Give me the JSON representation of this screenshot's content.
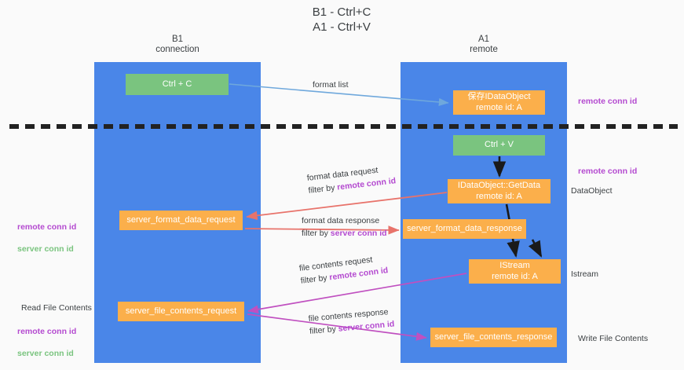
{
  "diagram": {
    "title": "B1 - Ctrl+C\nA1 - Ctrl+V",
    "lanes": [
      {
        "id": "b1",
        "title": "B1\nconnection"
      },
      {
        "id": "a1",
        "title": "A1\nremote"
      }
    ],
    "nodes": {
      "ctrl_c": "Ctrl + C",
      "save_idataobject": "保存IDataObject\nremote id: A",
      "ctrl_v": "Ctrl + V",
      "getdata": "IDataObject::GetData\nremote id: A",
      "format_data_request": "server_format_data_request",
      "format_data_response": "server_format_data_response",
      "istream": "IStream\nremote id: A",
      "file_contents_request": "server_file_contents_request",
      "file_contents_response": "server_file_contents_response"
    },
    "edges": {
      "format_list": "format list",
      "format_data_request": "format data request",
      "format_data_request_filter_prefix": "filter by ",
      "format_data_request_filter_key": "remote conn id",
      "format_data_response": "format data response",
      "format_data_response_filter_prefix": "filter by ",
      "format_data_response_filter_key": "server conn id",
      "file_contents_request": "file contents request",
      "file_contents_request_filter_prefix": "filter by ",
      "file_contents_request_filter_key": "remote conn id",
      "file_contents_response": "file contents response",
      "file_contents_response_filter_prefix": "filter by ",
      "file_contents_response_filter_key": "server conn id"
    },
    "annotations": {
      "remote_conn_id_top": "remote conn id",
      "remote_conn_id_mid": "remote conn id",
      "dataobject": "DataObject",
      "istream": "Istream",
      "write_file_contents": "Write File Contents",
      "read_file_contents": "Read File Contents",
      "conn_remote": "remote conn id",
      "conn_server": "server conn id"
    },
    "colors": {
      "lane": "#4a86e8",
      "green_node": "#7ac47f",
      "orange_node": "#fbaf4b",
      "remote_conn_id": "#b44ad0",
      "server_conn_id": "#7ac47f",
      "arrow_blue": "#6fa8dc",
      "arrow_red": "#e8736b",
      "arrow_magenta": "#c050c0",
      "arrow_black": "#1a1a1a",
      "background": "#fafafa"
    }
  }
}
